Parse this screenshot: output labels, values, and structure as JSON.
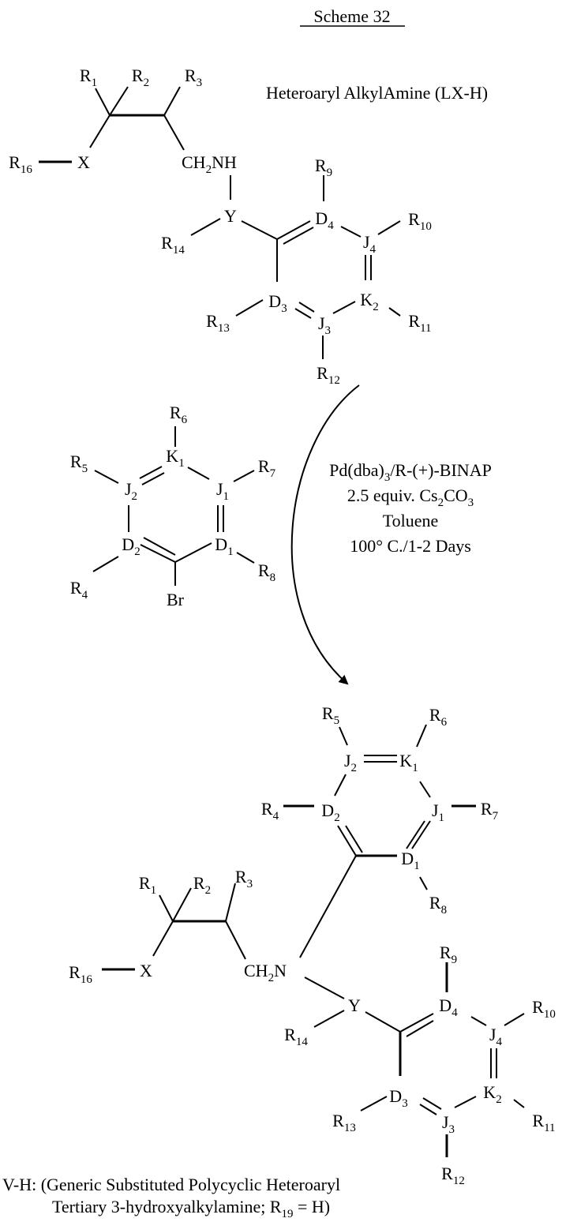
{
  "title": "Scheme 32",
  "reactant_name": "Heteroaryl AlkylAmine (LX-H)",
  "conditions": {
    "line1": {
      "base": "Pd(dba)",
      "sub": "3",
      "tail": "/R-(+)-BINAP"
    },
    "line2": {
      "base": "2.5 equiv. Cs",
      "sub": "2",
      "tail": "CO",
      "sub2": "3"
    },
    "line3": "Toluene",
    "line4": "100° C./1-2 Days"
  },
  "top_labels": [
    {
      "id": "R1",
      "base": "R",
      "sub": "1"
    },
    {
      "id": "R2",
      "base": "R",
      "sub": "2"
    },
    {
      "id": "R3",
      "base": "R",
      "sub": "3"
    },
    {
      "id": "X",
      "base": "X"
    },
    {
      "id": "R16",
      "base": "R",
      "sub": "16"
    },
    {
      "id": "CH2NH",
      "base": "CH",
      "sub": "2",
      "tail": "NH"
    },
    {
      "id": "R9",
      "base": "R",
      "sub": "9"
    },
    {
      "id": "Y",
      "base": "Y"
    },
    {
      "id": "D4",
      "base": "D",
      "sub": "4"
    },
    {
      "id": "R14",
      "base": "R",
      "sub": "14"
    },
    {
      "id": "R10",
      "base": "R",
      "sub": "10"
    },
    {
      "id": "J4",
      "base": "J",
      "sub": "4"
    },
    {
      "id": "K2",
      "base": "K",
      "sub": "2"
    },
    {
      "id": "D3",
      "base": "D",
      "sub": "3"
    },
    {
      "id": "R13",
      "base": "R",
      "sub": "13"
    },
    {
      "id": "J3",
      "base": "J",
      "sub": "3"
    },
    {
      "id": "R11",
      "base": "R",
      "sub": "11"
    },
    {
      "id": "R12",
      "base": "R",
      "sub": "12"
    }
  ],
  "bromide_labels": [
    {
      "id": "R6",
      "base": "R",
      "sub": "6"
    },
    {
      "id": "K1",
      "base": "K",
      "sub": "1"
    },
    {
      "id": "R5",
      "base": "R",
      "sub": "5"
    },
    {
      "id": "J2",
      "base": "J",
      "sub": "2"
    },
    {
      "id": "J1",
      "base": "J",
      "sub": "1"
    },
    {
      "id": "R7",
      "base": "R",
      "sub": "7"
    },
    {
      "id": "D2",
      "base": "D",
      "sub": "2"
    },
    {
      "id": "D1",
      "base": "D",
      "sub": "1"
    },
    {
      "id": "R4",
      "base": "R",
      "sub": "4"
    },
    {
      "id": "R8",
      "base": "R",
      "sub": "8"
    },
    {
      "id": "Br",
      "base": "Br"
    }
  ],
  "product_labels": [
    {
      "id": "R5",
      "base": "R",
      "sub": "5"
    },
    {
      "id": "R6",
      "base": "R",
      "sub": "6"
    },
    {
      "id": "J2",
      "base": "J",
      "sub": "2"
    },
    {
      "id": "K1",
      "base": "K",
      "sub": "1"
    },
    {
      "id": "R4",
      "base": "R",
      "sub": "4"
    },
    {
      "id": "D2",
      "base": "D",
      "sub": "2"
    },
    {
      "id": "J1",
      "base": "J",
      "sub": "1"
    },
    {
      "id": "R7",
      "base": "R",
      "sub": "7"
    },
    {
      "id": "D1",
      "base": "D",
      "sub": "1"
    },
    {
      "id": "R8",
      "base": "R",
      "sub": "8"
    },
    {
      "id": "R1",
      "base": "R",
      "sub": "1"
    },
    {
      "id": "R2",
      "base": "R",
      "sub": "2"
    },
    {
      "id": "R3",
      "base": "R",
      "sub": "3"
    },
    {
      "id": "X",
      "base": "X"
    },
    {
      "id": "R16",
      "base": "R",
      "sub": "16"
    },
    {
      "id": "CH2N",
      "base": "CH",
      "sub": "2",
      "tail": "N"
    },
    {
      "id": "Y",
      "base": "Y"
    },
    {
      "id": "R14",
      "base": "R",
      "sub": "14"
    },
    {
      "id": "D4",
      "base": "D",
      "sub": "4"
    },
    {
      "id": "R9",
      "base": "R",
      "sub": "9"
    },
    {
      "id": "J4",
      "base": "J",
      "sub": "4"
    },
    {
      "id": "R10",
      "base": "R",
      "sub": "10"
    },
    {
      "id": "K2",
      "base": "K",
      "sub": "2"
    },
    {
      "id": "R11",
      "base": "R",
      "sub": "11"
    },
    {
      "id": "D3",
      "base": "D",
      "sub": "3"
    },
    {
      "id": "R13",
      "base": "R",
      "sub": "13"
    },
    {
      "id": "J3",
      "base": "J",
      "sub": "3"
    },
    {
      "id": "R12",
      "base": "R",
      "sub": "12"
    }
  ],
  "caption": {
    "line1": "V-H: (Generic Substituted Polycyclic Heteroaryl",
    "line2": {
      "base": "Tertiary 3-hydroxyalkylamine; R",
      "sub": "19",
      "tail": " = H)"
    }
  }
}
